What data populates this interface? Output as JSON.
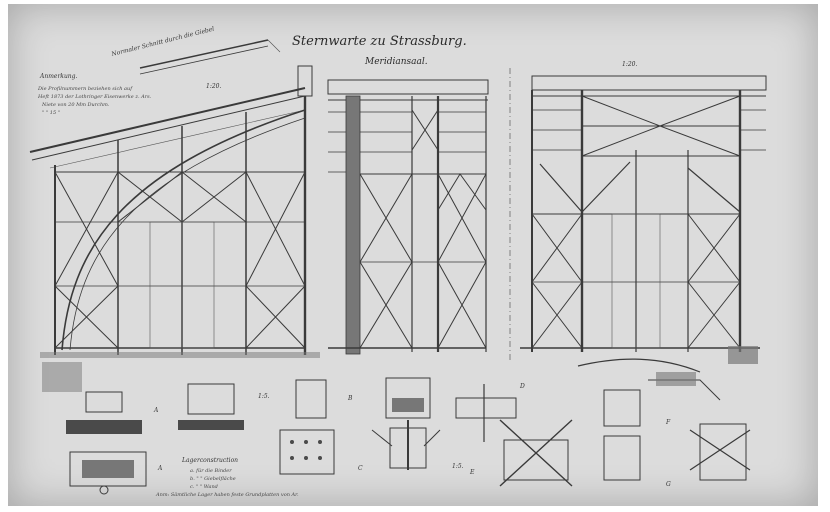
{
  "title": "Sternwarte zu Strassburg.",
  "subtitle": "Meridiansaal.",
  "section_label": "Normaler Schnitt durch die Giebel",
  "remark": {
    "heading": "Anmerkung.",
    "line1": "Die Profilnummern beziehen sich auf",
    "line2": "Heft 1873 der Lothringer Eisenwerke z. Ars.",
    "line3": "Niete von 20 Mm Durchm.",
    "line4": "\" \" 15 \""
  },
  "scales": {
    "left": "1:20.",
    "right": "1:20.",
    "detail_a": "1:5.",
    "detail_b": "1:5."
  },
  "detail_labels": {
    "A": "A",
    "B": "B",
    "C": "C",
    "D": "D",
    "E": "E",
    "F": "F",
    "G": "G"
  },
  "bearing": {
    "heading": "Lagerconstruction",
    "line1": "a. für die Binder",
    "line2": "b. \" \" Giebelfläche",
    "line3": "c. \" \" Wand",
    "footer": "Anm: Sämtliche Lager haben feste Grundplatten von Ar."
  },
  "colors": {
    "paper": "#dcdcdc",
    "ink": "#3a3a3a"
  }
}
